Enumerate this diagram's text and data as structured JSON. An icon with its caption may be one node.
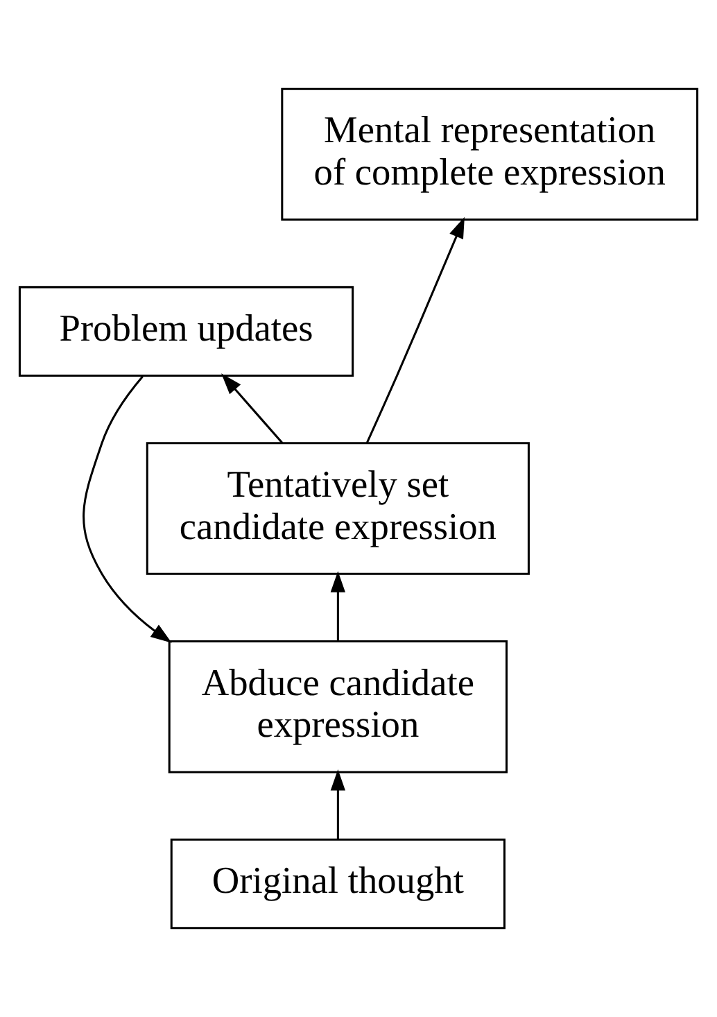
{
  "diagram": {
    "nodes": [
      {
        "text": [
          "Mental representation of complete expression"
        ]
      },
      {
        "text": [
          "Problem updates"
        ]
      },
      {
        "text": [
          "Tentatively set candidate expression"
        ]
      },
      {
        "text": [
          "Abduce candidate expression"
        ]
      },
      {
        "text": [
          "Original thought"
        ]
      }
    ],
    "edges": [
      {
        "from": 4,
        "to": 3,
        "arrow": "to"
      },
      {
        "from": 3,
        "to": 2,
        "arrow": "to"
      },
      {
        "from": 2,
        "to": 1,
        "arrow": "to"
      },
      {
        "from": 1,
        "to": 3,
        "arrow": "to"
      },
      {
        "from": 2,
        "to": 0,
        "arrow": "to"
      }
    ]
  }
}
